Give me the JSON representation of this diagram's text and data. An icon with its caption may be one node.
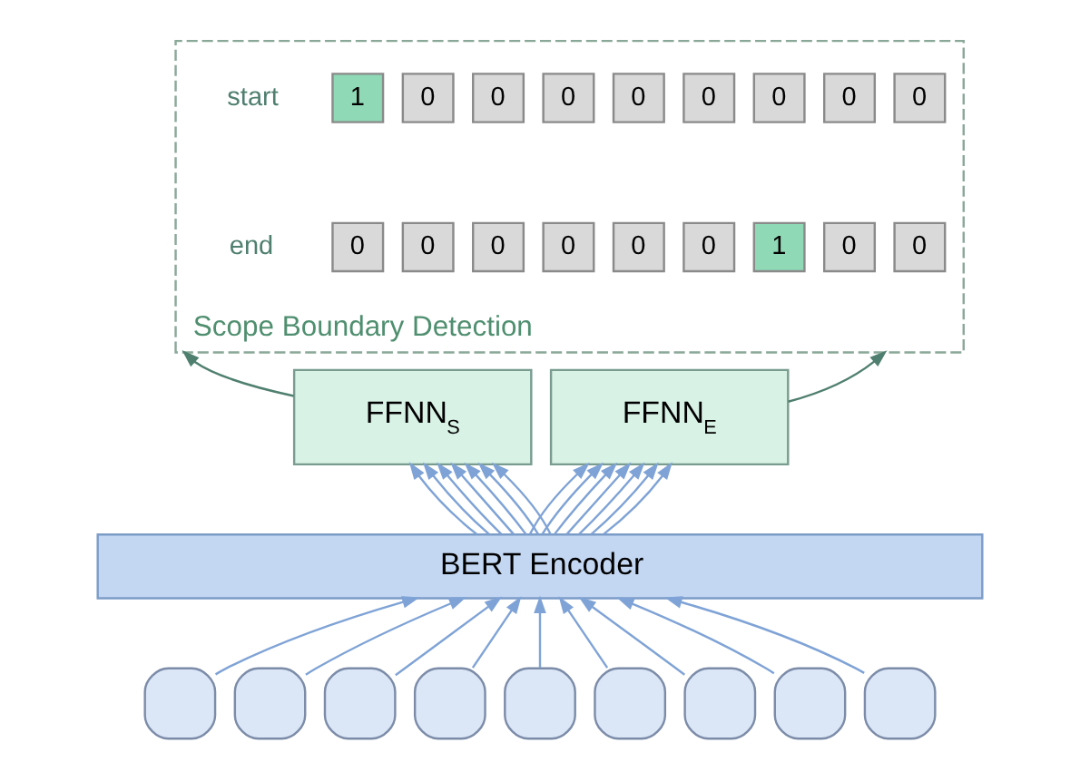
{
  "diagram": {
    "nodes": [
      {
        "text": [
          "Scope Boundary Detection"
        ]
      },
      {
        "text": [
          "1"
        ],
        "in": 0
      },
      {
        "text": [
          "0"
        ],
        "in": 0
      },
      {
        "text": [
          "0"
        ],
        "in": 0
      },
      {
        "text": [
          "0"
        ],
        "in": 0
      },
      {
        "text": [
          "0"
        ],
        "in": 0
      },
      {
        "text": [
          "0"
        ],
        "in": 0
      },
      {
        "text": [
          "0"
        ],
        "in": 0
      },
      {
        "text": [
          "0"
        ],
        "in": 0
      },
      {
        "text": [
          "0"
        ],
        "in": 0
      },
      {
        "text": [
          "0"
        ],
        "in": 0
      },
      {
        "text": [
          "0"
        ],
        "in": 0
      },
      {
        "text": [
          "0"
        ],
        "in": 0
      },
      {
        "text": [
          "0"
        ],
        "in": 0
      },
      {
        "text": [
          "0"
        ],
        "in": 0
      },
      {
        "text": [
          "0"
        ],
        "in": 0
      },
      {
        "text": [
          "1"
        ],
        "in": 0
      },
      {
        "text": [
          "0"
        ],
        "in": 0
      },
      {
        "text": [
          "0"
        ],
        "in": 0
      },
      {
        "text": [
          "FFNN$_{S}$"
        ]
      },
      {
        "text": [
          "FFNN$_{E}$"
        ]
      },
      {
        "text": [
          "BERT Encoder"
        ]
      },
      {
        "text": [],
        "shape": "box"
      },
      {
        "text": [],
        "shape": "box"
      },
      {
        "text": [],
        "shape": "box"
      },
      {
        "text": [],
        "shape": "box"
      },
      {
        "text": [],
        "shape": "box"
      },
      {
        "text": [],
        "shape": "box"
      },
      {
        "text": [],
        "shape": "box"
      },
      {
        "text": [],
        "shape": "box"
      },
      {
        "text": [],
        "shape": "box"
      }
    ],
    "edges": [
      {
        "from": 19,
        "to": 0,
        "arrow": "to",
        "color": "#4f7f6f"
      },
      {
        "from": 20,
        "to": 0,
        "arrow": "to",
        "color": "#4f7f6f"
      },
      {
        "from": 21,
        "to": 19,
        "arrow": "to"
      },
      {
        "from": 21,
        "to": 19,
        "arrow": "to"
      },
      {
        "from": 21,
        "to": 19,
        "arrow": "to"
      },
      {
        "from": 21,
        "to": 19,
        "arrow": "to"
      },
      {
        "from": 21,
        "to": 19,
        "arrow": "to"
      },
      {
        "from": 21,
        "to": 19,
        "arrow": "to"
      },
      {
        "from": 21,
        "to": 19,
        "arrow": "to"
      },
      {
        "from": 21,
        "to": 20,
        "arrow": "to"
      },
      {
        "from": 21,
        "to": 20,
        "arrow": "to"
      },
      {
        "from": 21,
        "to": 20,
        "arrow": "to"
      },
      {
        "from": 21,
        "to": 20,
        "arrow": "to"
      },
      {
        "from": 21,
        "to": 20,
        "arrow": "to"
      },
      {
        "from": 21,
        "to": 20,
        "arrow": "to"
      },
      {
        "from": 21,
        "to": 20,
        "arrow": "to"
      },
      {
        "from": 22,
        "to": 21,
        "arrow": "to"
      },
      {
        "from": 23,
        "to": 21,
        "arrow": "to"
      },
      {
        "from": 24,
        "to": 21,
        "arrow": "to"
      },
      {
        "from": 25,
        "to": 21,
        "arrow": "to"
      },
      {
        "from": 26,
        "to": 21,
        "arrow": "to"
      },
      {
        "from": 27,
        "to": 21,
        "arrow": "to"
      },
      {
        "from": 28,
        "to": 21,
        "arrow": "to"
      },
      {
        "from": 29,
        "to": 21,
        "arrow": "to"
      },
      {
        "from": 30,
        "to": 21,
        "arrow": "to"
      }
    ],
    "labels": [
      "start",
      "end"
    ]
  }
}
